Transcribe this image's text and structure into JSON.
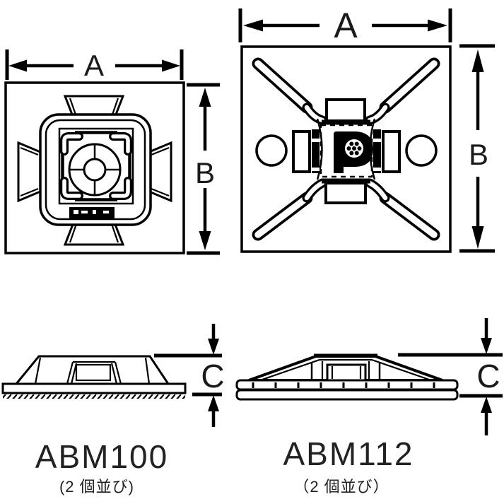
{
  "colors": {
    "background": "#ffffff",
    "line": "#000000",
    "text": "#1a1a1a"
  },
  "abm100": {
    "top_view": {
      "width_label": "A",
      "height_label": "B"
    },
    "side_view": {
      "thickness_label": "C"
    },
    "model": "ABM100",
    "note": "(2 個並び)"
  },
  "abm112": {
    "top_view": {
      "width_label": "A",
      "height_label": "B",
      "logo_letter": "P"
    },
    "side_view": {
      "thickness_label": "C"
    },
    "model": "ABM112",
    "note": "（2 個並び）"
  }
}
